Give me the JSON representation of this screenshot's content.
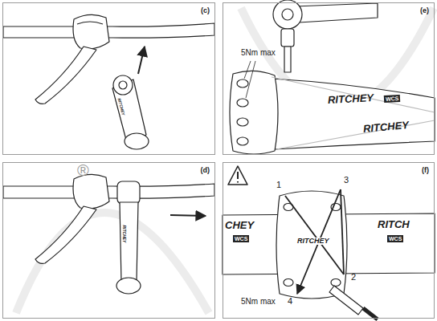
{
  "diagram": {
    "nodes": [
      {
        "text": [
          "(c)"
        ]
      },
      {
        "text": [
          "(e)"
        ]
      },
      {
        "text": [
          "(d)"
        ]
      },
      {
        "text": [
          "(f)"
        ]
      }
    ],
    "edges": [],
    "labels": [
      "5Nm max",
      "RITCHEY",
      "WCS",
      "RITCHEY",
      "RITCHEY",
      "RITCHEY",
      "1",
      "3",
      "2",
      "4",
      "5Nm max",
      "CHEY",
      "RITCHEY",
      "WCS",
      "RITCH",
      "WCS",
      "®"
    ]
  }
}
